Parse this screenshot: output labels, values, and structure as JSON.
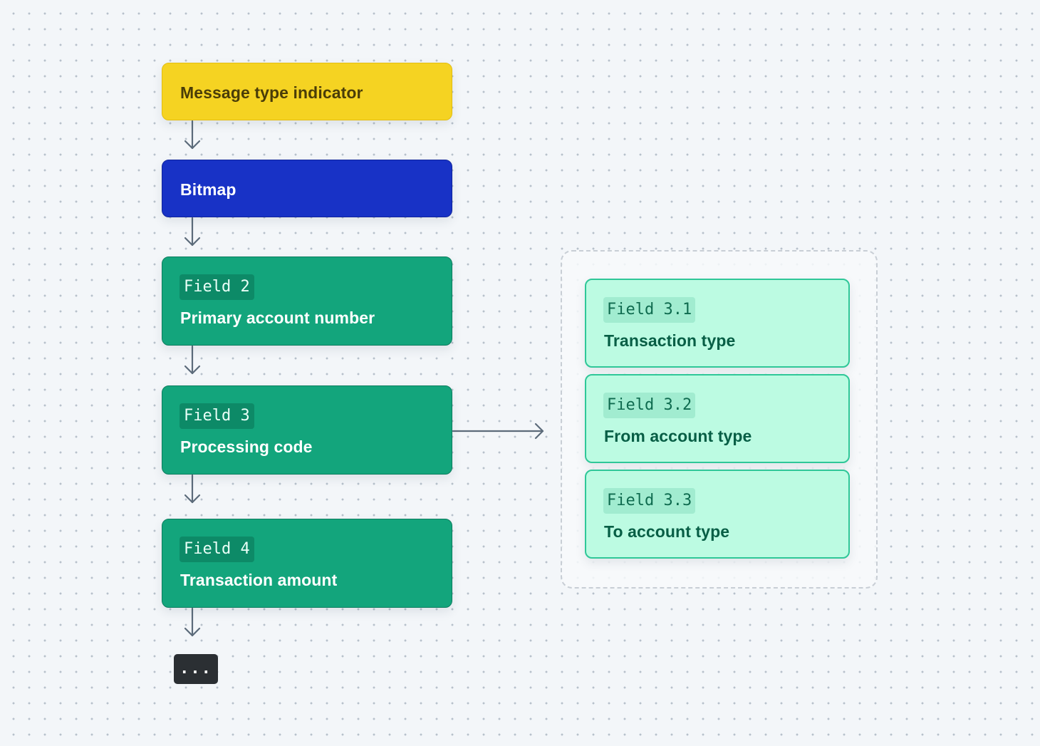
{
  "flow": {
    "mti": {
      "title": "Message type indicator"
    },
    "bitmap": {
      "title": "Bitmap"
    },
    "fields": [
      {
        "tag": "Field 2",
        "title": "Primary account number"
      },
      {
        "tag": "Field 3",
        "title": "Processing code"
      },
      {
        "tag": "Field 4",
        "title": "Transaction amount"
      }
    ],
    "more_label": "..."
  },
  "subfields": [
    {
      "tag": "Field 3.1",
      "title": "Transaction type"
    },
    {
      "tag": "Field 3.2",
      "title": "From account type"
    },
    {
      "tag": "Field 3.3",
      "title": "To account type"
    }
  ],
  "colors": {
    "mti": "#f5d322",
    "bitmap": "#1832c6",
    "field": "#13a57c",
    "subfield": "#bcfbe2",
    "arrow": "#5c6b7a"
  }
}
